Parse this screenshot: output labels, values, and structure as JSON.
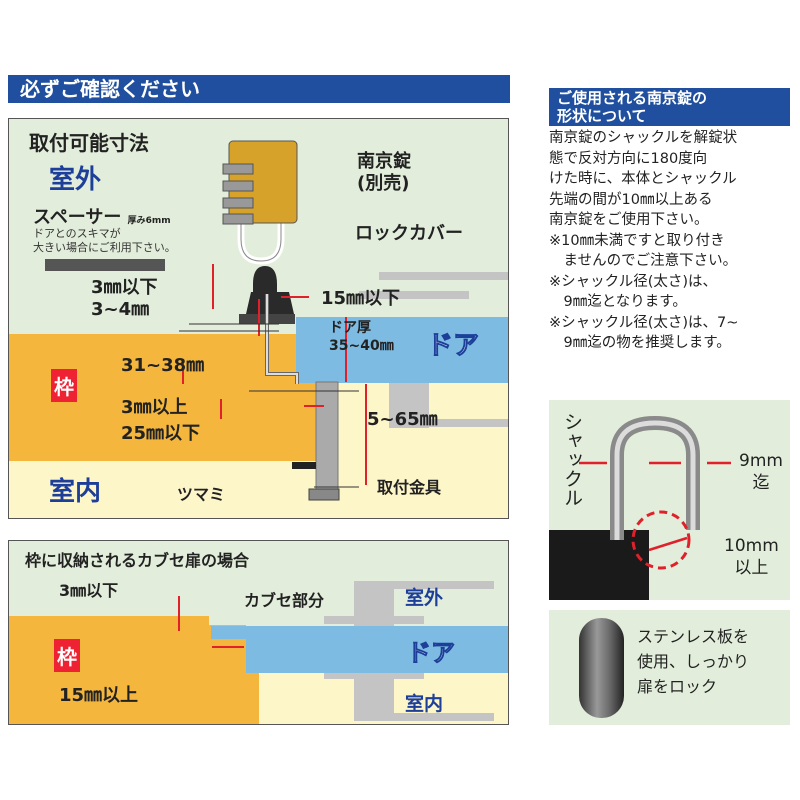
{
  "header": {
    "title": "必ずご確認ください"
  },
  "main_diagram": {
    "title": "取付可能寸法",
    "outdoor": "室外",
    "indoor": "室内",
    "frame": "枠",
    "door": "ドア",
    "padlock_label": "南京錠",
    "padlock_note": "(別売)",
    "lock_cover": "ロックカバー",
    "spacer": "スペーサー",
    "spacer_thickness": "厚み6mm",
    "spacer_note_1": "ドアとのスキマが",
    "spacer_note_2": "大きい場合にご利用下さい。",
    "dim_gap_top": "3㎜以下",
    "dim_spacer": "3~4㎜",
    "dim_cover": "15㎜以下",
    "dim_door_label": "ドア厚",
    "dim_door": "35~40㎜",
    "dim_frame": "31~38㎜",
    "dim_gap_side": "3㎜以上",
    "dim_frame_depth": "25㎜以下",
    "dim_bracket": "5~65㎜",
    "knob": "ツマミ",
    "bracket": "取付金具"
  },
  "kabuse_diagram": {
    "title": "枠に収納されるカブセ扉の場合",
    "dim_gap": "3㎜以下",
    "kabuse_part": "カブセ部分",
    "dim_overlap": "15㎜以上",
    "frame": "枠",
    "outdoor": "室外",
    "door": "ドア",
    "indoor": "室内"
  },
  "side_panel": {
    "title_1": "ご使用される南京錠の",
    "title_2": "形状について",
    "lines": [
      "南京錠のシャックルを解錠状",
      "態で反対方向に180度向",
      "けた時に、本体とシャックル",
      "先端の間が10㎜以上ある",
      "南京錠をご使用下さい。",
      "※10㎜未満ですと取り付き",
      "　ませんのでご注意下さい。",
      "※シャックル径(太さ)は、",
      "　9㎜迄となります。",
      "※シャックル径(太さ)は、7~",
      "　9㎜迄の物を推奨します。"
    ],
    "shackle_label": "シャックル",
    "shackle_dia_1": "9mm",
    "shackle_dia_2": "迄",
    "gap_1": "10mm",
    "gap_2": "以上",
    "plate_1": "ステンレス板を",
    "plate_2": "使用、しっかり",
    "plate_3": "扉をロック"
  },
  "colors": {
    "header_blue": "#1f4f9e",
    "frame_orange": "#f4b63c",
    "door_blue": "#7dbbe2",
    "bg_green": "#e2eedb",
    "indoor_cream": "#fdf6c9",
    "arrow_red": "#e0202a"
  }
}
